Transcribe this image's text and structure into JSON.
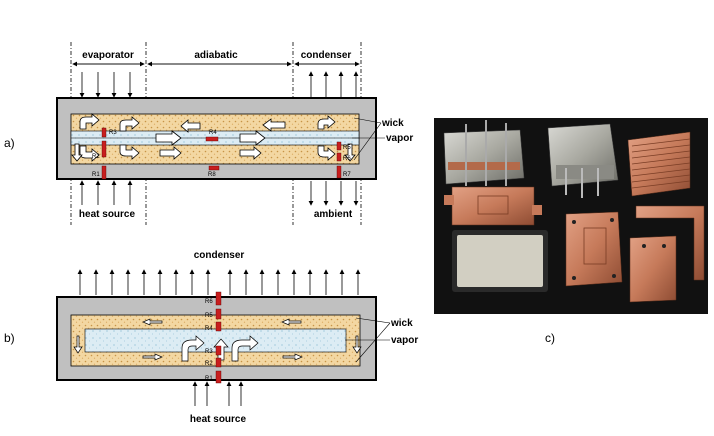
{
  "diagram": {
    "panel_a": {
      "tag": "a)",
      "sections": {
        "evaporator": "evaporator",
        "adiabatic": "adiabatic",
        "condenser": "condenser"
      },
      "labels": {
        "wick": "wick",
        "vapor": "vapor",
        "heat_source": "heat source",
        "ambient": "ambient"
      },
      "resistors": {
        "r1": "R1",
        "r2": "R2",
        "r3": "R3",
        "r4": "R4",
        "r5": "R5",
        "r6": "R6",
        "r7": "R7",
        "r8": "R8"
      }
    },
    "panel_b": {
      "tag": "b)",
      "labels": {
        "condenser": "condenser",
        "wick": "wick",
        "vapor": "vapor",
        "heat_source": "heat source"
      },
      "resistors": {
        "r1": "R1",
        "r2": "R2",
        "r3": "R3",
        "r4": "R4",
        "r5": "R5",
        "r6": "R6"
      }
    },
    "panel_c": {
      "tag": "c)",
      "photo_items": [
        "heat pipe sink",
        "heat pipe sink",
        "finned sink",
        "copper plate",
        "copper plate",
        "copper strip",
        "vapor chamber plate"
      ]
    },
    "colors": {
      "wall": "#c0c0c0",
      "wick": "#f3d7a2",
      "vapor": "#dcecf4",
      "resistor": "#c81e1e",
      "photo_bg": "#111111",
      "copper": "#c67a5a"
    }
  }
}
